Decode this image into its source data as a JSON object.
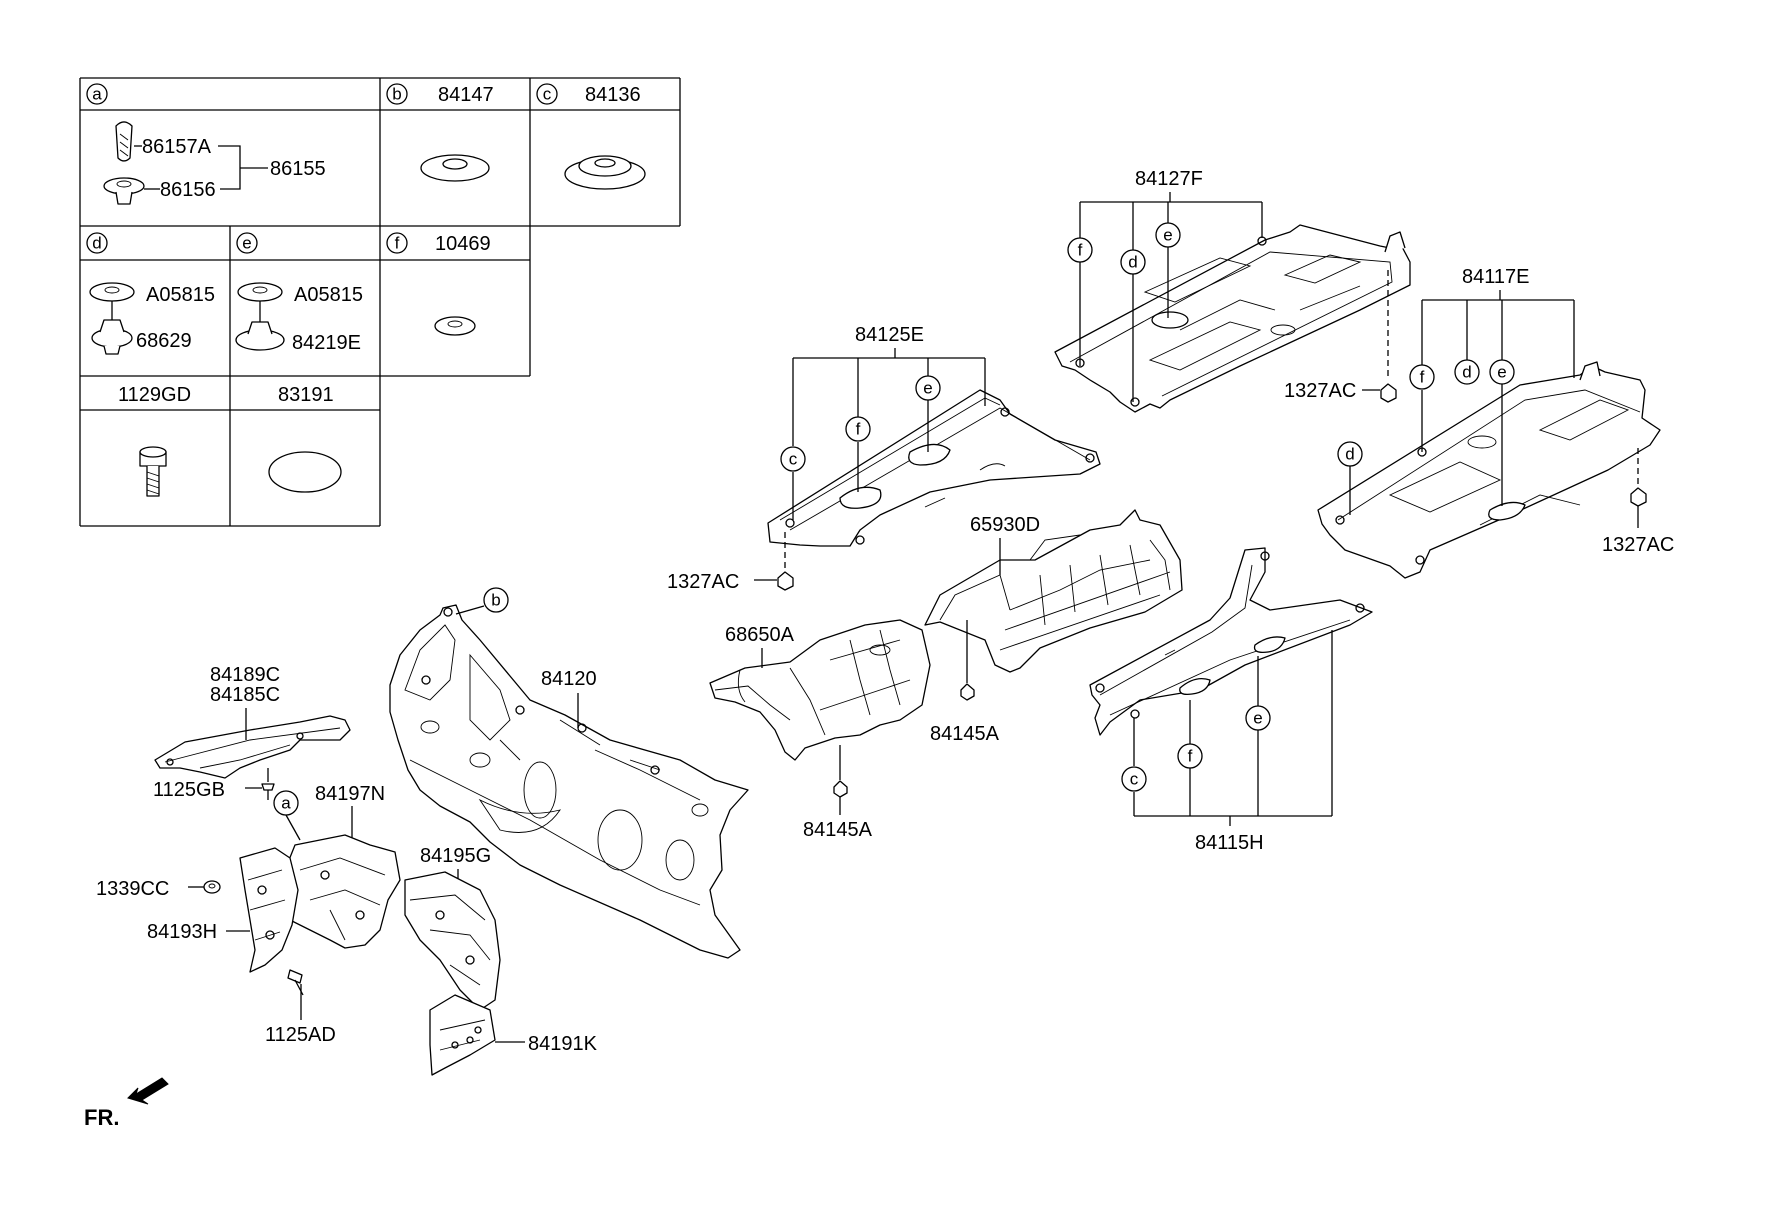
{
  "legend": {
    "cells": [
      {
        "letter": "a",
        "code": ""
      },
      {
        "letter": "b",
        "code": "84147"
      },
      {
        "letter": "c",
        "code": "84136"
      },
      {
        "letter": "d",
        "code": ""
      },
      {
        "letter": "e",
        "code": ""
      },
      {
        "letter": "f",
        "code": "10469"
      }
    ],
    "cell_a_parts": [
      "86157A",
      "86156",
      "86155"
    ],
    "cell_d_parts": [
      "A05815",
      "68629"
    ],
    "cell_e_parts": [
      "A05815",
      "84219E"
    ],
    "bottom_headers": [
      "1129GD",
      "83191"
    ]
  },
  "parts": {
    "p84127F": "84127F",
    "p84125E": "84125E",
    "p84117E": "84117E",
    "p1327AC_top": "1327AC",
    "p1327AC_left": "1327AC",
    "p1327AC_right": "1327AC",
    "p65930D": "65930D",
    "p68650A": "68650A",
    "p84145A_a": "84145A",
    "p84145A_b": "84145A",
    "p84120": "84120",
    "p84189C": "84189C",
    "p84185C": "84185C",
    "p1125GB": "1125GB",
    "p84197N": "84197N",
    "p84195G": "84195G",
    "p1339CC": "1339CC",
    "p84193H": "84193H",
    "p1125AD": "1125AD",
    "p84191K": "84191K",
    "p84115H": "84115H"
  },
  "callouts": {
    "f": "f",
    "d": "d",
    "e": "e",
    "c": "c",
    "b": "b",
    "a": "a"
  },
  "direction_label": "FR."
}
